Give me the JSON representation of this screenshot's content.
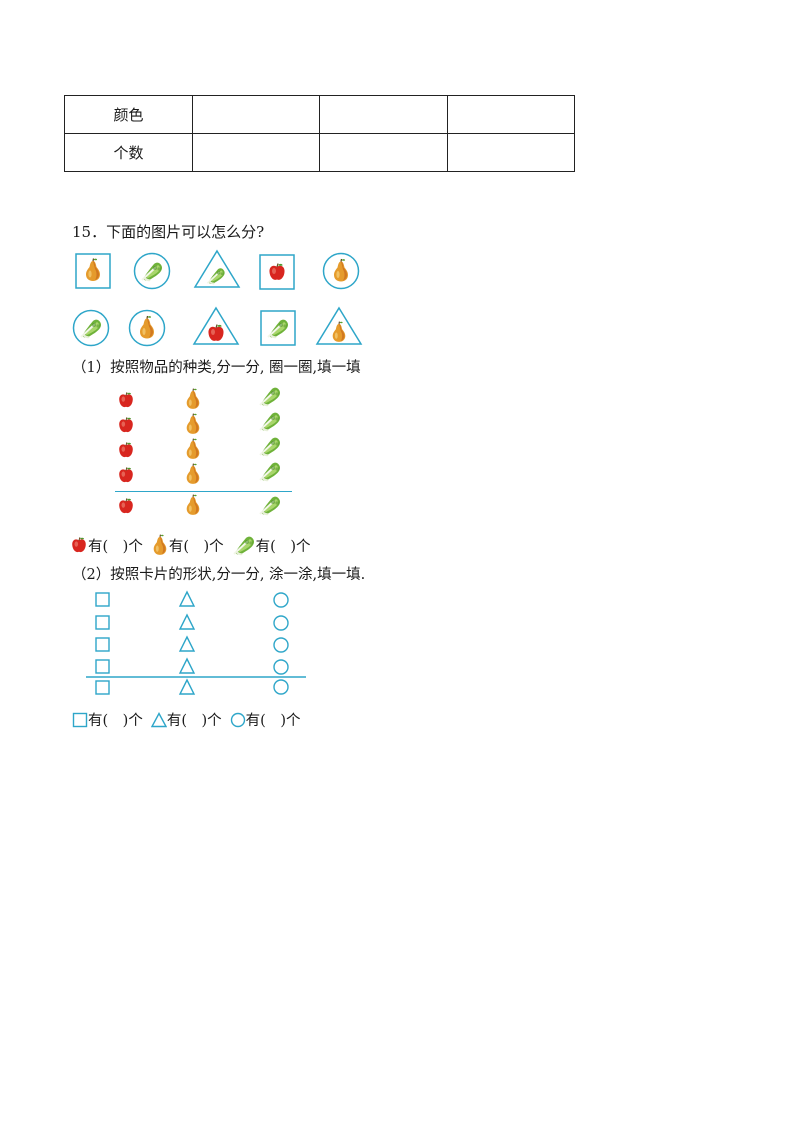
{
  "table": {
    "rows": [
      {
        "label": "颜色",
        "cells": [
          "",
          "",
          ""
        ]
      },
      {
        "label": "个数",
        "cells": [
          "",
          "",
          ""
        ]
      }
    ]
  },
  "question": {
    "title": "15．下面的图片可以怎么分?",
    "part1": "（1）按照物品的种类,分一分, 圈一圈,填一填",
    "part2": "（2）按照卡片的形状,分一分, 涂一涂,填一填.",
    "answer1": {
      "apple_text": "有(　)个",
      "pear_text": "有(　)个",
      "cabbage_text": "有(　)个"
    },
    "answer2": {
      "square_text": "有(　)个",
      "triangle_text": "有(　)个",
      "circle_text": "有(　)个"
    }
  },
  "colors": {
    "shape_outline": "#2ea6c9",
    "apple": "#d8261f",
    "pear": "#e59b2c",
    "cabbage": "#6fb23a"
  },
  "cards_row1": [
    "square-pear",
    "circle-cabbage",
    "triangle-cabbage",
    "square-apple",
    "circle-pear"
  ],
  "cards_row2": [
    "circle-cabbage",
    "circle-pear",
    "triangle-apple",
    "square-cabbage",
    "triangle-pear"
  ]
}
